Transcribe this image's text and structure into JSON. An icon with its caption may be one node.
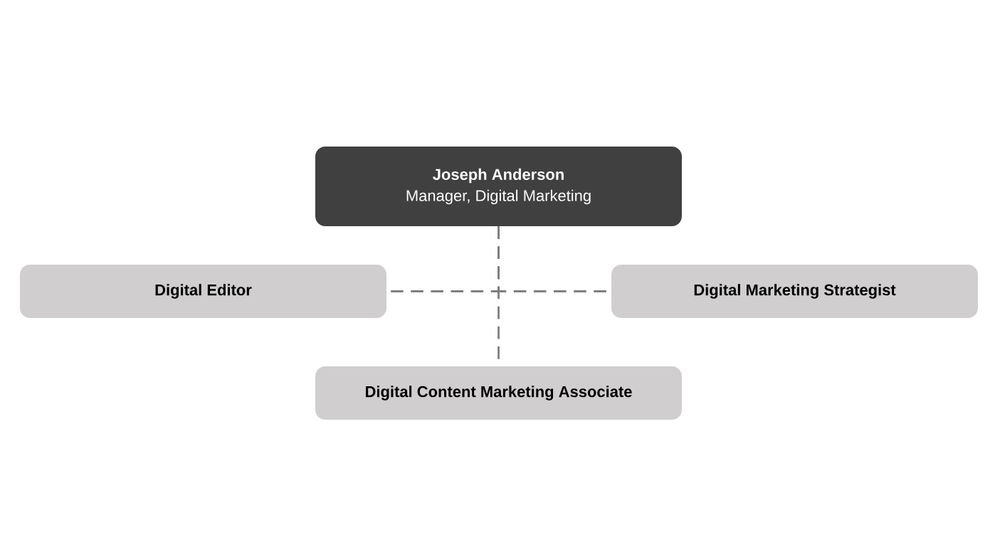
{
  "diagram": {
    "nodes": [
      {
        "text": [
          "Joseph Anderson",
          "Manager, Digital Marketing"
        ]
      },
      {
        "text": [
          "Digital Editor"
        ]
      },
      {
        "text": [
          "Digital Marketing Strategist"
        ]
      },
      {
        "text": [
          "Digital Content Marketing Associate"
        ]
      }
    ],
    "edges": [
      {
        "from": 0,
        "to": 1,
        "arrow": "none",
        "style": "dashed"
      },
      {
        "from": 0,
        "to": 2,
        "arrow": "none",
        "style": "dashed"
      },
      {
        "from": 0,
        "to": 3,
        "arrow": "none",
        "style": "dashed"
      }
    ]
  }
}
